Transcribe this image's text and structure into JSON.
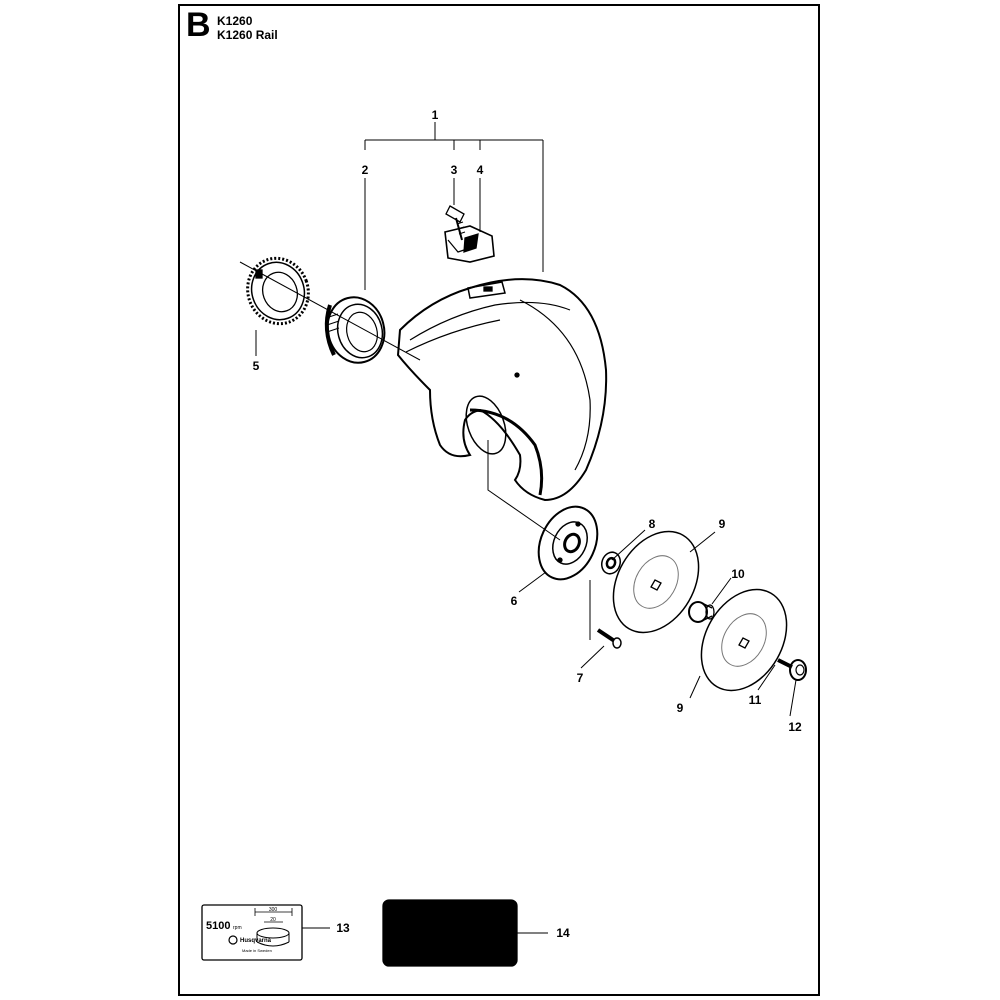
{
  "header": {
    "section_letter": "B",
    "models": [
      "K1260",
      "K1260 Rail"
    ]
  },
  "callouts": [
    "1",
    "2",
    "3",
    "4",
    "5",
    "6",
    "7",
    "8",
    "9",
    "10",
    "9",
    "11",
    "12",
    "13",
    "14"
  ],
  "decal": {
    "rpm_value": "5100",
    "rpm_unit": "rpm",
    "brand": "Husqvarna",
    "origin": "Made in Sweden",
    "dim_outer": "300",
    "dim_inner": "20"
  }
}
